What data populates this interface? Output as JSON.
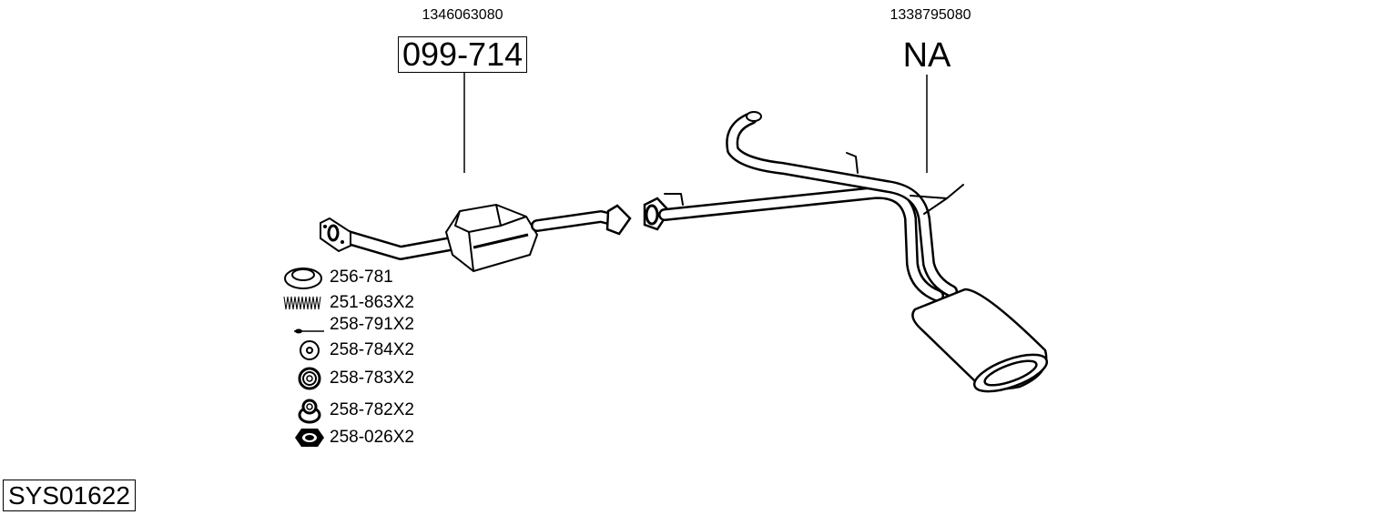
{
  "assemblies": [
    {
      "oem_number": "1346063080",
      "part_number": "099-714",
      "name": "catalytic-converter"
    },
    {
      "oem_number": "1338795080",
      "part_number": "NA",
      "name": "rear-silencer"
    }
  ],
  "accessories": [
    {
      "icon": "gasket-ring-icon",
      "label": "256-781"
    },
    {
      "icon": "spring-icon",
      "label": "251-863X2"
    },
    {
      "icon": "bolt-icon",
      "label": "258-791X2"
    },
    {
      "icon": "rubber-ring-icon",
      "label": "258-784X2"
    },
    {
      "icon": "rubber-mount-icon",
      "label": "258-783X2"
    },
    {
      "icon": "rubber-hanger-icon",
      "label": "258-782X2"
    },
    {
      "icon": "nut-icon",
      "label": "258-026X2"
    }
  ],
  "system_code": "SYS01622"
}
